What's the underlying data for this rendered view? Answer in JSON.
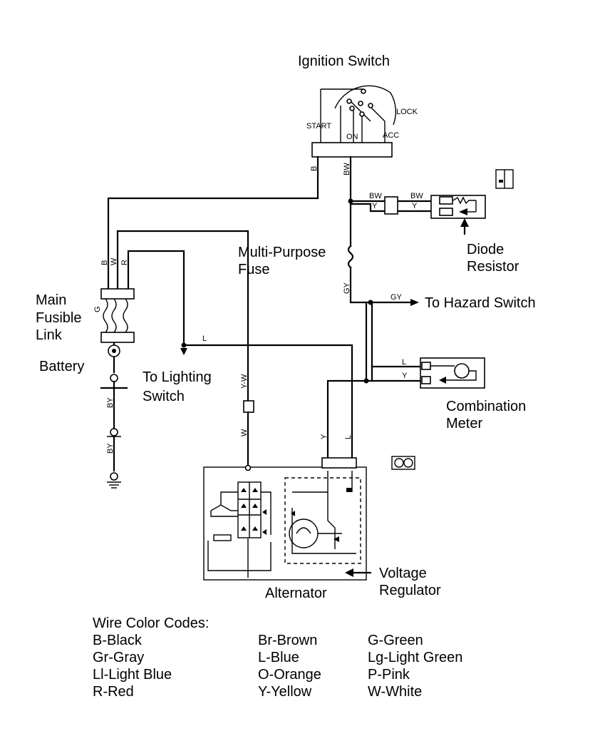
{
  "labels": {
    "ignition_switch": "Ignition Switch",
    "start": "START",
    "on": "ON",
    "acc": "ACC",
    "lock": "LOCK",
    "diode_resistor_1": "Diode",
    "diode_resistor_2": "Resistor",
    "multi_purpose_fuse_1": "Multi-Purpose",
    "multi_purpose_fuse_2": "Fuse",
    "main_fusible_link_1": "Main",
    "main_fusible_link_2": "Fusible",
    "main_fusible_link_3": "Link",
    "battery": "Battery",
    "to_lighting_switch_1": "To Lighting",
    "to_lighting_switch_2": "Switch",
    "to_hazard_switch": "To Hazard Switch",
    "combination_meter_1": "Combination",
    "combination_meter_2": "Meter",
    "alternator": "Alternator",
    "voltage_regulator_1": "Voltage",
    "voltage_regulator_2": "Regulator"
  },
  "wire_labels": {
    "b_top": "B",
    "bw_top": "BW",
    "bw_a": "BW",
    "bw_b": "BW",
    "y_a": "Y",
    "y_b": "Y",
    "b_link": "B",
    "w_link": "W",
    "r_link": "R",
    "g_link": "G",
    "l_light": "L",
    "gy_vert": "GY",
    "gy_hazard": "GY",
    "l_meter": "L",
    "y_meter": "Y",
    "yw_fuse": "Y-W",
    "w_fuse": "W",
    "y_alt": "Y",
    "l_alt": "L",
    "by_1": "BY",
    "by_2": "BY"
  },
  "legend": {
    "title": "Wire Color Codes:",
    "col1": [
      "B-Black",
      "Gr-Gray",
      "Ll-Light Blue",
      "R-Red"
    ],
    "col2": [
      "Br-Brown",
      "L-Blue",
      "O-Orange",
      "Y-Yellow"
    ],
    "col3": [
      "G-Green",
      "Lg-Light Green",
      "P-Pink",
      "W-White"
    ]
  }
}
